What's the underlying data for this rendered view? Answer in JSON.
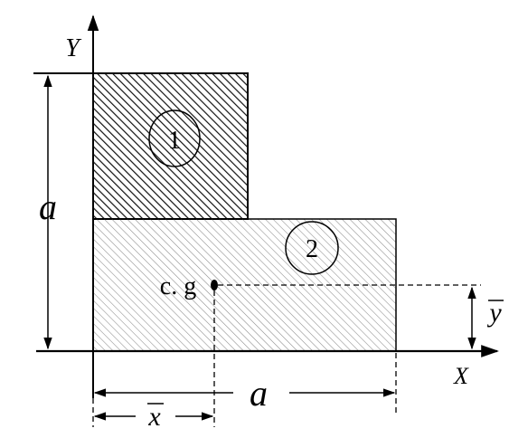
{
  "labels": {
    "y_axis": "Y",
    "x_axis": "X",
    "side_a_vertical": "a",
    "side_a_horizontal": "a",
    "region_1": "1",
    "region_2": "2",
    "cg": "c. g",
    "x_bar": "x",
    "y_bar": "y"
  },
  "colors": {
    "stroke": "#000000",
    "dark_hatch": "#1a1a1a",
    "light_hatch": "#8a8a8a",
    "background": "#ffffff"
  }
}
